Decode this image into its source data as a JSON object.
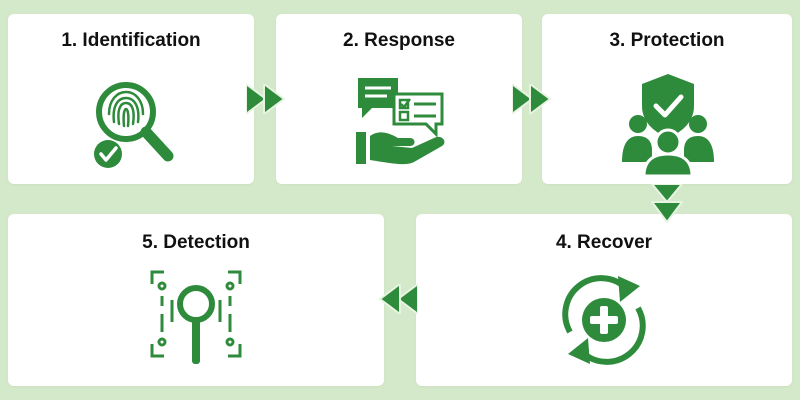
{
  "colors": {
    "accent": "#2e8b3c",
    "background": "#d3e9c9",
    "card": "#ffffff"
  },
  "steps": [
    {
      "label": "1. Identification",
      "icon": "fingerprint-magnifier-icon"
    },
    {
      "label": "2. Response",
      "icon": "hand-chat-bubbles-icon"
    },
    {
      "label": "3. Protection",
      "icon": "shield-people-icon"
    },
    {
      "label": "4. Recover",
      "icon": "recovery-cycle-icon"
    },
    {
      "label": "5. Detection",
      "icon": "scan-magnifier-icon"
    }
  ],
  "connectors": [
    {
      "from": "1. Identification",
      "to": "2. Response",
      "direction": "right"
    },
    {
      "from": "2. Response",
      "to": "3. Protection",
      "direction": "right"
    },
    {
      "from": "3. Protection",
      "to": "4. Recover",
      "direction": "down"
    },
    {
      "from": "4. Recover",
      "to": "5. Detection",
      "direction": "left"
    }
  ]
}
